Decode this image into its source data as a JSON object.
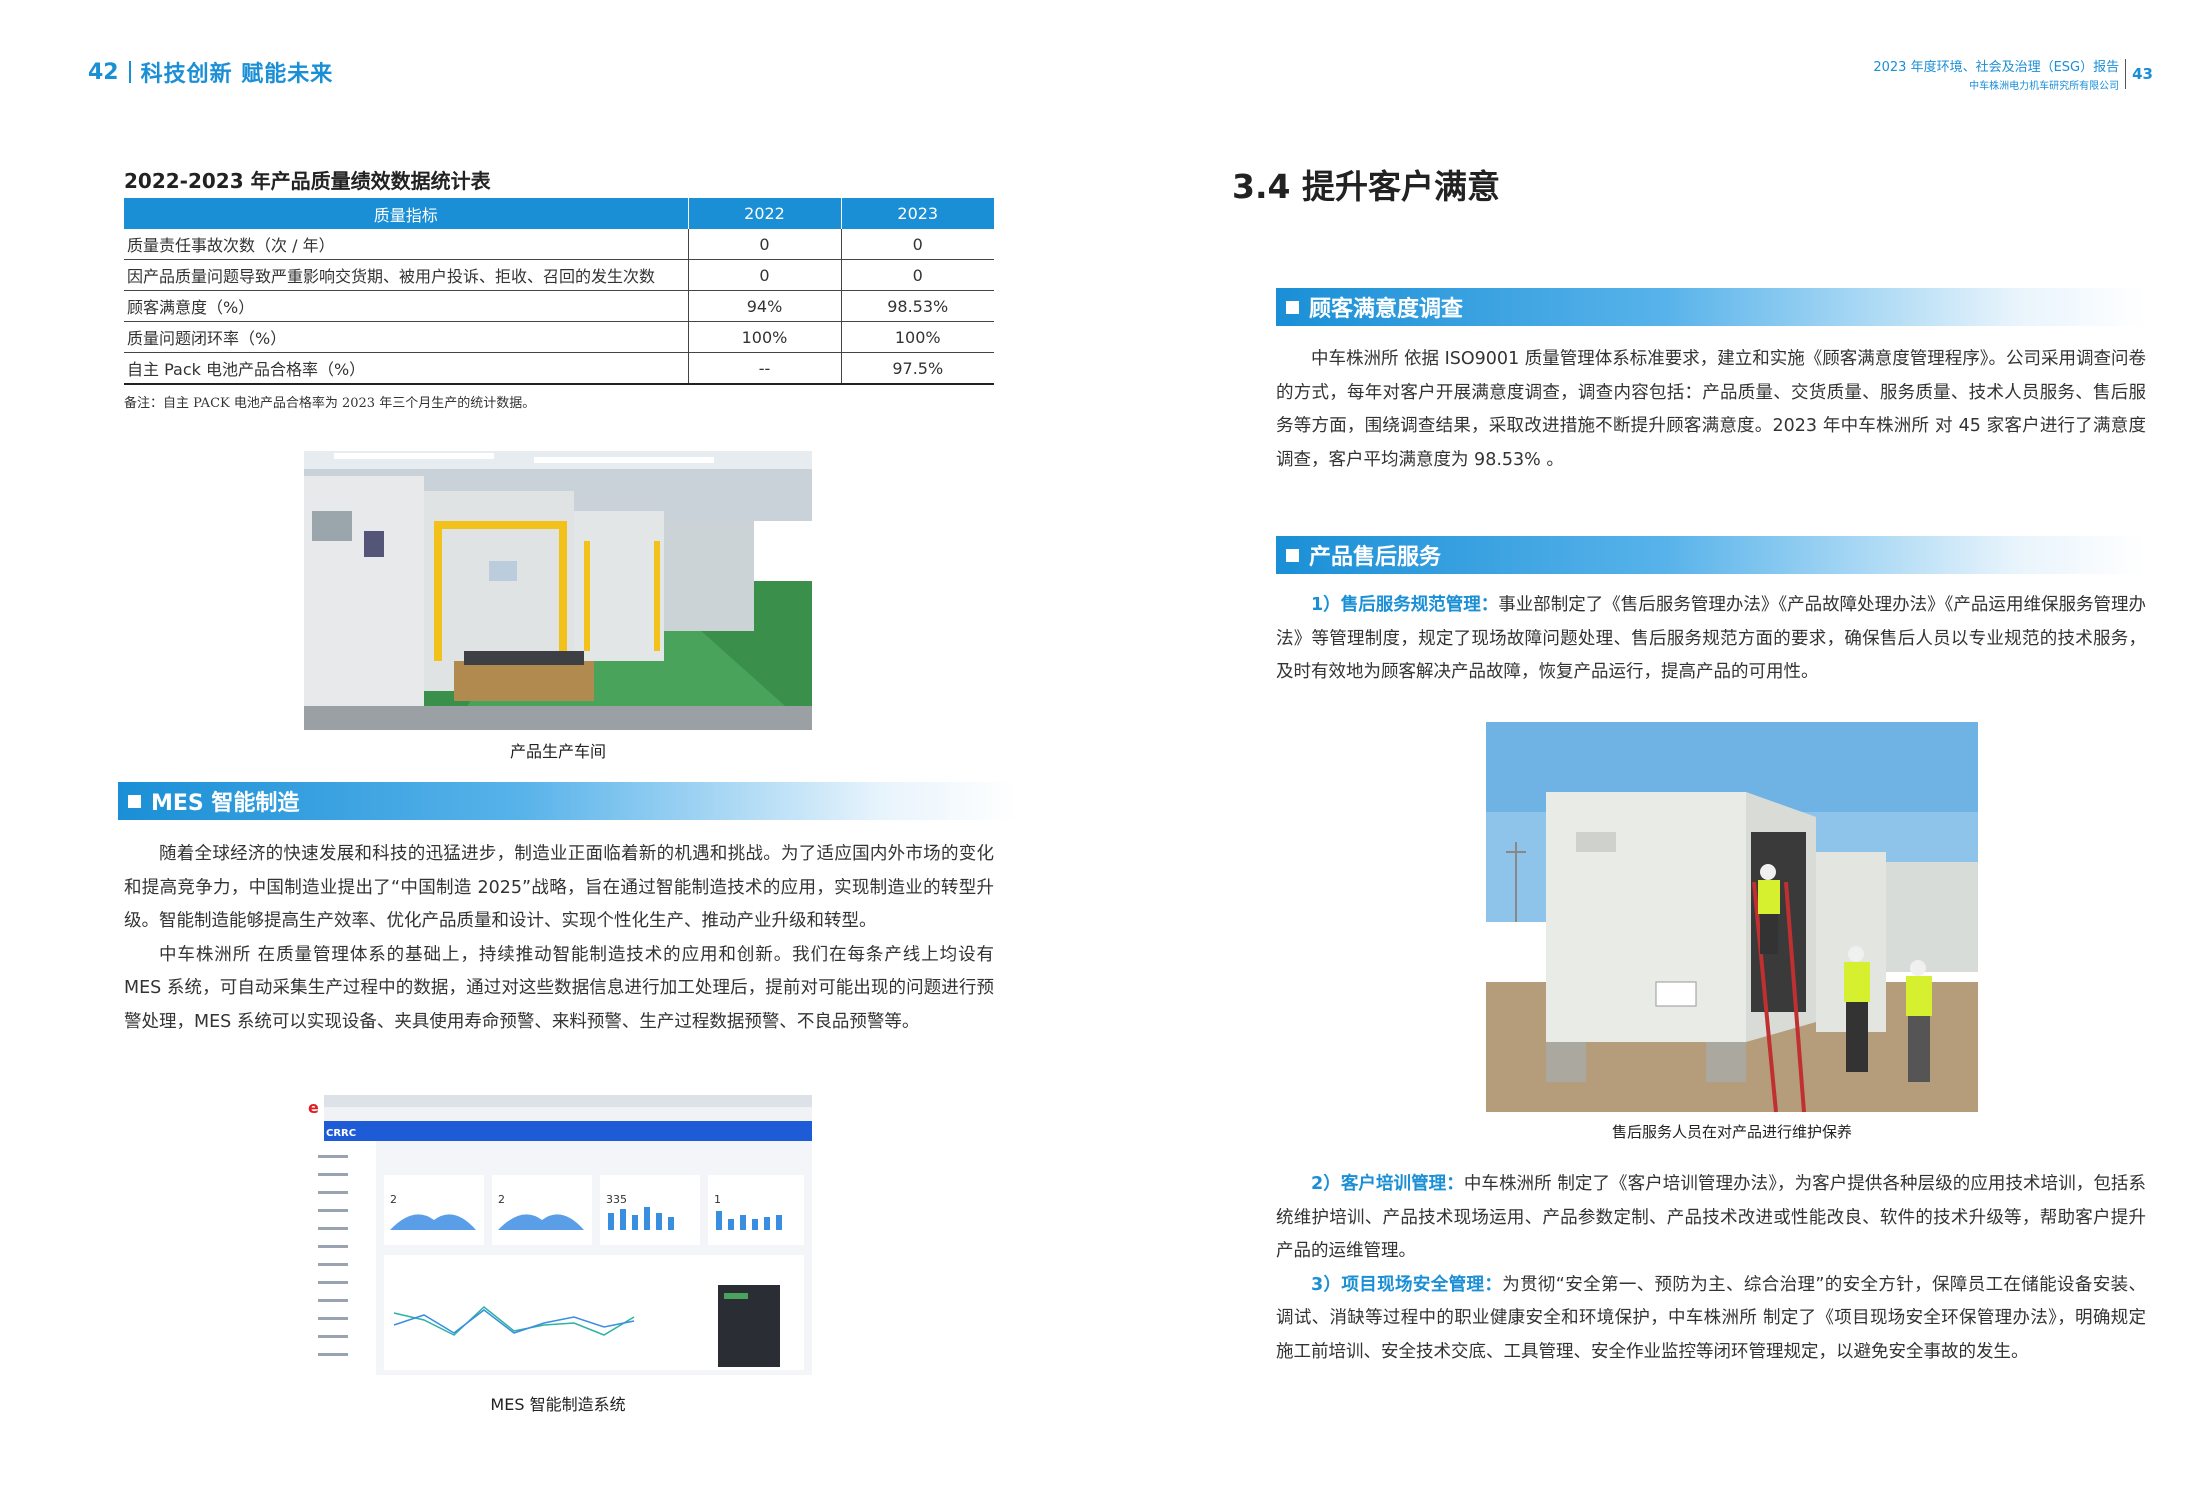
{
  "header_left": {
    "page_number": "42",
    "section": "科技创新 赋能未来"
  },
  "header_right": {
    "report_title": "2023 年度环境、社会及治理（ESG）报告",
    "company": "中车株洲电力机车研究所有限公司",
    "page_number": "43"
  },
  "table": {
    "title": "2022-2023 年产品质量绩效数据统计表",
    "headers": [
      "质量指标",
      "2022",
      "2023"
    ],
    "rows": [
      [
        "质量责任事故次数（次 / 年）",
        "0",
        "0"
      ],
      [
        "因产品质量问题导致严重影响交货期、被用户投诉、拒收、召回的发生次数",
        "0",
        "0"
      ],
      [
        "顾客满意度（%）",
        "94%",
        "98.53%"
      ],
      [
        "质量问题闭环率（%）",
        "100%",
        "100%"
      ],
      [
        "自主 Pack 电池产品合格率（%）",
        "--",
        "97.5%"
      ]
    ],
    "note": "备注：自主 PACK 电池产品合格率为 2023 年三个月生产的统计数据。"
  },
  "photo1_caption": "产品生产车间",
  "mes_section": {
    "title": "MES 智能制造",
    "paragraphs": [
      "随着全球经济的快速发展和科技的迅猛进步，制造业正面临着新的机遇和挑战。为了适应国内外市场的变化和提高竞争力，中国制造业提出了“中国制造 2025”战略，旨在通过智能制造技术的应用，实现制造业的转型升级。智能制造能够提高生产效率、优化产品质量和设计、实现个性化生产、推动产业升级和转型。",
      "中车株洲所 在质量管理体系的基础上，持续推动智能制造技术的应用和创新。我们在每条产线上均设有 MES 系统，可自动采集生产过程中的数据，通过对这些数据信息进行加工处理后，提前对可能出现的问题进行预警处理，MES 系统可以实现设备、夹具使用寿命预警、来料预警、生产过程数据预警、不良品预警等。"
    ],
    "screenshot_caption": "MES 智能制造系统",
    "screenshot_brand": "CRRC",
    "screenshot_cards": [
      "2",
      "2",
      "335",
      "1"
    ]
  },
  "chapter_title": "3.4  提升客户满意",
  "survey_section": {
    "title": "顾客满意度调查",
    "paragraph": "中车株洲所 依据 ISO9001 质量管理体系标准要求，建立和实施《顾客满意度管理程序》。公司采用调查问卷的方式，每年对客户开展满意度调查，调查内容包括：产品质量、交货质量、服务质量、技术人员服务、售后服务等方面，围绕调查结果，采取改进措施不断提升顾客满意度。2023 年中车株洲所 对 45 家客户进行了满意度调查，客户平均满意度为 98.53% 。"
  },
  "service_section": {
    "title": "产品售后服务",
    "item1_label": "1）售后服务规范管理：",
    "item1_text": "事业部制定了《售后服务管理办法》《产品故障处理办法》《产品运用维保服务管理办法》等管理制度，规定了现场故障问题处理、售后服务规范方面的要求，确保售后人员以专业规范的技术服务，及时有效地为顾客解决产品故障，恢复产品运行，提高产品的可用性。",
    "photo_caption": "售后服务人员在对产品进行维护保养",
    "item2_label": "2）客户培训管理：",
    "item2_text": "中车株洲所 制定了《客户培训管理办法》，为客户提供各种层级的应用技术培训，包括系统维护培训、产品技术现场运用、产品参数定制、产品技术改进或性能改良、软件的技术升级等，帮助客户提升产品的运维管理。",
    "item3_label": "3）项目现场安全管理：",
    "item3_text": "为贯彻“安全第一、预防为主、综合治理”的安全方针，保障员工在储能设备安装、调试、消缺等过程中的职业健康安全和环境保护，中车株洲所 制定了《项目现场安全环保管理办法》，明确规定施工前培训、安全技术交底、工具管理、安全作业监控等闭环管理规定，以避免安全事故的发生。"
  }
}
